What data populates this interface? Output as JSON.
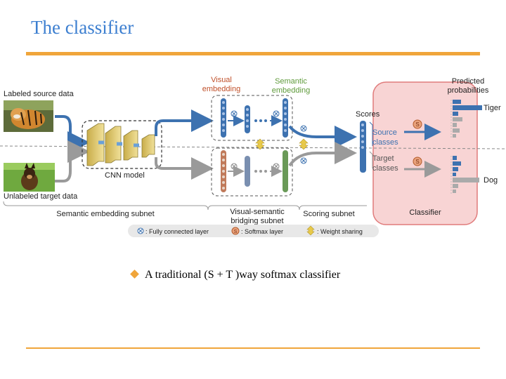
{
  "slide": {
    "title": "The classifier",
    "bullet": "A traditional (S + T )way softmax classifier"
  },
  "diagram": {
    "labeled_source": "Labeled source data",
    "unlabeled_target": "Unlabeled target data",
    "cnn_model": "CNN model",
    "visual_embedding": [
      "Visual",
      "embedding"
    ],
    "semantic_embedding": [
      "Semantic",
      "embedding"
    ],
    "scores": "Scores",
    "source_classes": [
      "Source",
      "classes"
    ],
    "target_classes": [
      "Target",
      "classes"
    ],
    "predicted": [
      "Predicted",
      "probabilities"
    ],
    "tiger": "Tiger",
    "dog": "Dog",
    "subnet_semantic": "Semantic embedding subnet",
    "subnet_bridging": [
      "Visual-semantic",
      "bridging subnet"
    ],
    "subnet_scoring": "Scoring subnet",
    "subnet_classifier": "Classifier",
    "legend_fc": ": Fully connected layer",
    "legend_softmax": ": Softmax layer",
    "legend_weight": ": Weight sharing",
    "softmax_symbol": "S"
  },
  "colors": {
    "title": "#3d7fd0",
    "rule": "#f0a53a",
    "source_blue": "#3d72b0",
    "target_grey": "#9a9a9a",
    "visual_label": "#c0502a",
    "semantic_label": "#5e9a3a",
    "classifier_fill": "#f6c6c6",
    "classifier_stroke": "#e07b7b"
  }
}
